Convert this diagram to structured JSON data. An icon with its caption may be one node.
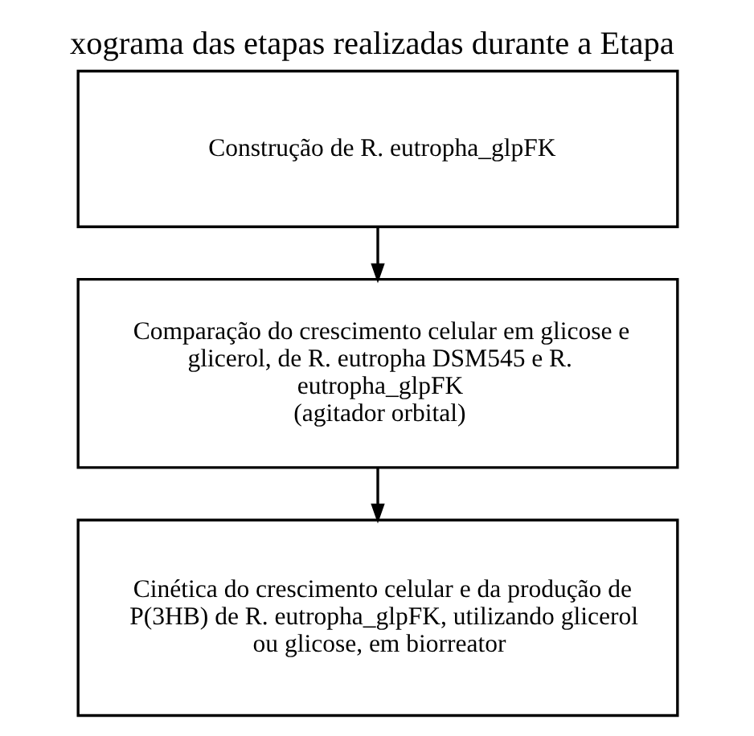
{
  "diagram": {
    "title": "xograma das etapas realizadas durante a Etapa",
    "nodes": [
      {
        "text": [
          "Construção de R. eutropha_glpFK"
        ]
      },
      {
        "text": [
          "Comparação do crescimento celular em glicose e glicerol, de R. eutropha DSM545 e R. eutropha_glpFK",
          "(agitador orbital)"
        ]
      },
      {
        "text": [
          "Cinética do crescimento celular e da produção de P(3HB) de R. eutropha_glpFK, utilizando glicerol ou glicose, em biorreator"
        ]
      }
    ],
    "edges": [
      {
        "from": 0,
        "to": 1,
        "arrow": "to"
      },
      {
        "from": 1,
        "to": 2,
        "arrow": "to"
      }
    ]
  }
}
